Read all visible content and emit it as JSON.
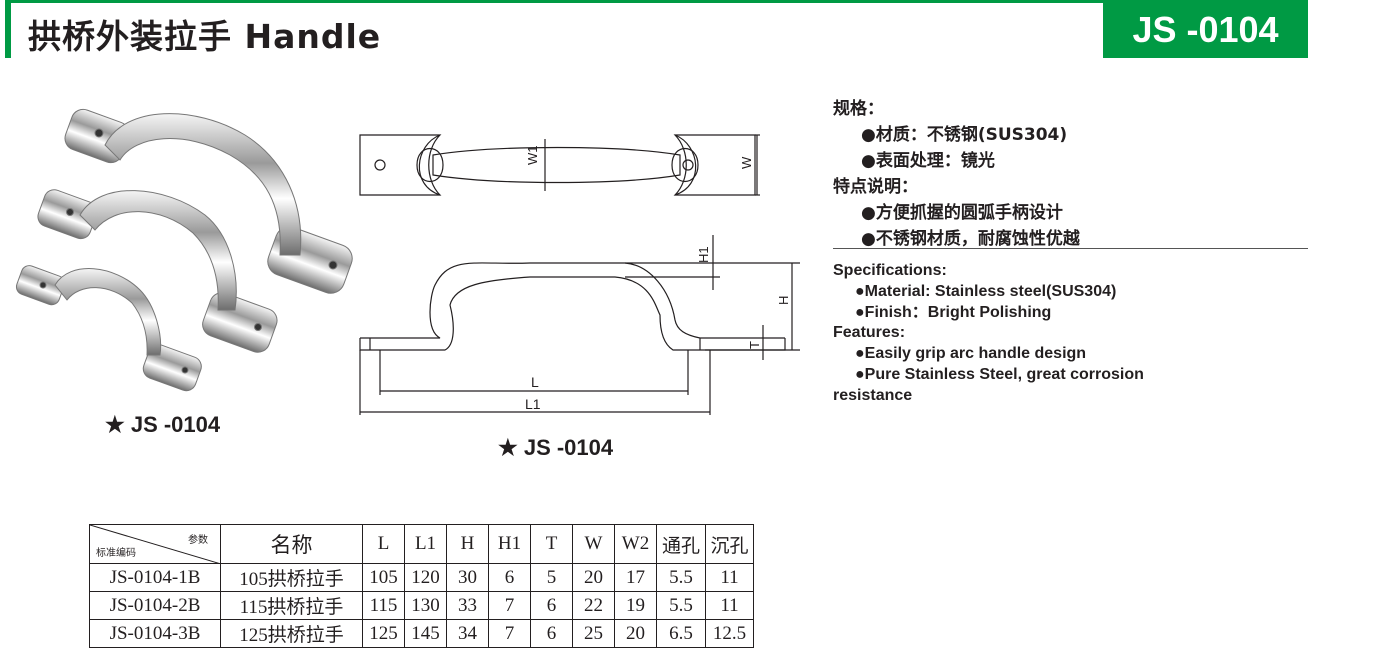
{
  "header": {
    "title": "拱桥外装拉手 Handle",
    "code": "JS -0104",
    "accent": "#009a44"
  },
  "spec_cn": {
    "heading1": "规格：",
    "material": "●材质：不锈钢(SUS304)",
    "finish": "●表面处理：镜光",
    "heading2": "特点说明：",
    "feature1": "●方便抓握的圆弧手柄设计",
    "feature2": "●不锈钢材质，耐腐蚀性优越"
  },
  "spec_en": {
    "heading1": "Specifications:",
    "material": "●Material: Stainless steel(SUS304)",
    "finish": "●Finish：Bright Polishing",
    "heading2": "Features:",
    "feature1": "●Easily grip arc handle design",
    "feature2": "●Pure Stainless Steel, great corrosion",
    "feature2_cont": "resistance"
  },
  "captions": {
    "photo": "★  JS -0104",
    "drawing": "★  JS -0104"
  },
  "drawing_labels": {
    "W1": "W1",
    "W": "W",
    "H1": "H1",
    "H": "H",
    "T": "T",
    "L": "L",
    "L1": "L1"
  },
  "table": {
    "corner_top": "参数",
    "corner_bottom": "标准编码",
    "headers": [
      "名称",
      "L",
      "L1",
      "H",
      "H1",
      "T",
      "W",
      "W2",
      "通孔",
      "沉孔"
    ],
    "rows": [
      [
        "JS-0104-1B",
        "105拱桥拉手",
        "105",
        "120",
        "30",
        "6",
        "5",
        "20",
        "17",
        "5.5",
        "11"
      ],
      [
        "JS-0104-2B",
        "115拱桥拉手",
        "115",
        "130",
        "33",
        "7",
        "6",
        "22",
        "19",
        "5.5",
        "11"
      ],
      [
        "JS-0104-3B",
        "125拱桥拉手",
        "125",
        "145",
        "34",
        "7",
        "6",
        "25",
        "20",
        "6.5",
        "12.5"
      ]
    ]
  }
}
